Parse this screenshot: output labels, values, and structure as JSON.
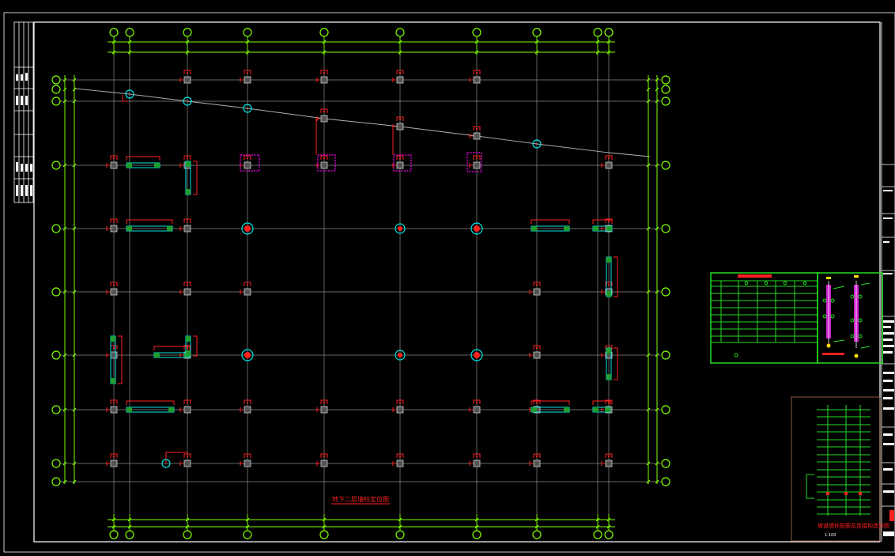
{
  "drawing": {
    "title": "地下二层墙柱定位图",
    "detail_title": "坡道墙柱配筋及连接构造详图",
    "detail_scale": "1:100"
  },
  "colors": {
    "background": "#000000",
    "border": "#ffffff",
    "axis_grid": "#7fff00",
    "grid_line": "#8a8a8a",
    "column_tag": "#ff2020",
    "wall": "#1e9e2e",
    "wall_outline": "#00e5e5",
    "round_column": "#00e5e5",
    "highlight": "#ff00ff"
  },
  "grid": {
    "x_axes": [
      144,
      164,
      237,
      313,
      410,
      506,
      603,
      679,
      756,
      770
    ],
    "y_axes": [
      101,
      113,
      128,
      209,
      289,
      369,
      449,
      518,
      586,
      609
    ]
  }
}
